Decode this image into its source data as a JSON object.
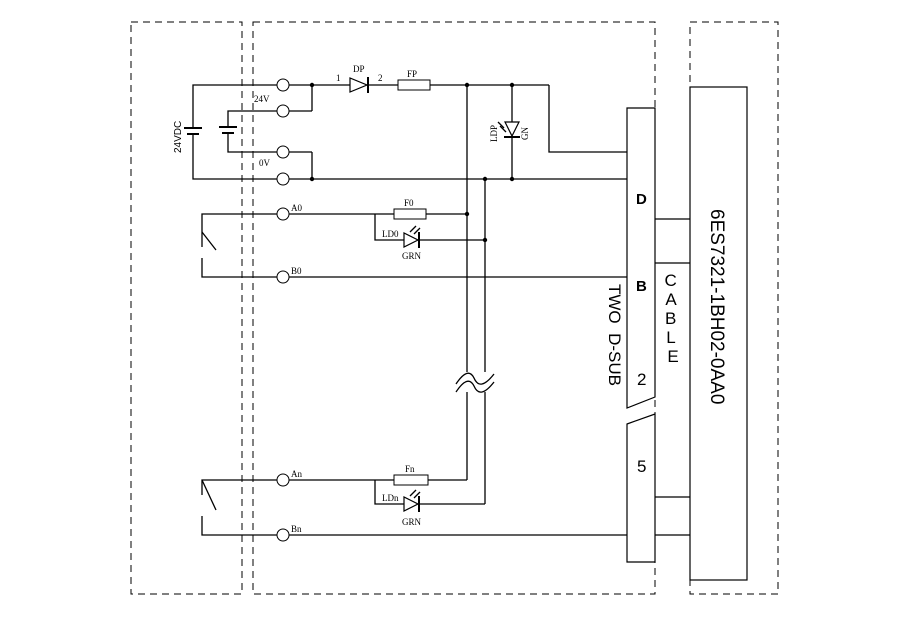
{
  "terminals": {
    "v24": "24V",
    "v0": "0V",
    "a0": "A0",
    "b0": "B0",
    "an": "An",
    "bn": "Bn"
  },
  "supply": {
    "label": "24VDC"
  },
  "power_path": {
    "pin1": "1",
    "pin2": "2",
    "diode": "DP",
    "fuse": "FP",
    "led": "LDP",
    "led_color": "GN"
  },
  "channel_0": {
    "fuse": "F0",
    "led": "LD0",
    "led_color": "GRN"
  },
  "channel_n": {
    "fuse": "Fn",
    "led": "LDn",
    "led_color": "GRN"
  },
  "connector": {
    "pin_d": "D",
    "pin_b": "B",
    "pin_2": "2",
    "pin_5": "5",
    "name": "TWO  D-SUB"
  },
  "cable": {
    "label": "CABLE"
  },
  "module": {
    "part_number": "6ES7321-1BH02-0AA0"
  }
}
